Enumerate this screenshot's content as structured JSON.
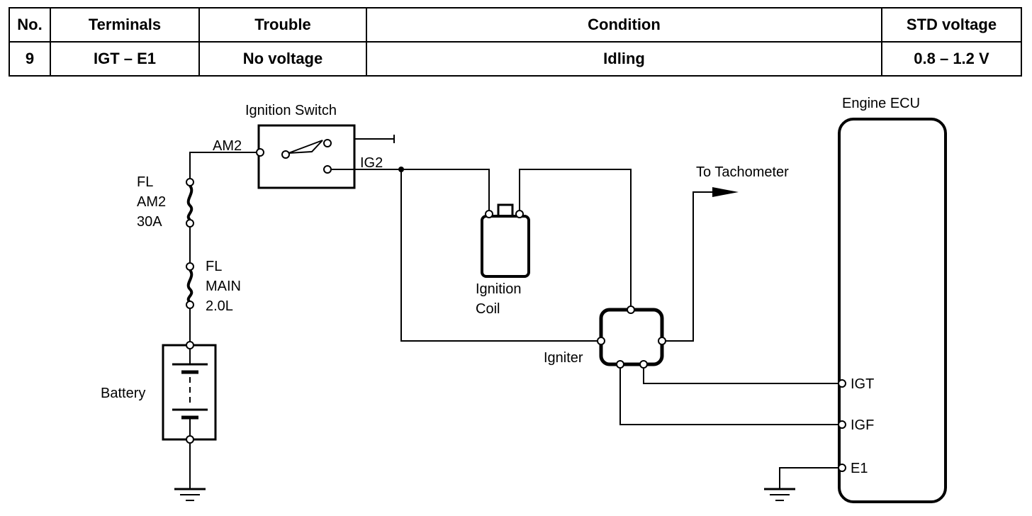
{
  "table": {
    "headers": [
      "No.",
      "Terminals",
      "Trouble",
      "Condition",
      "STD voltage"
    ],
    "row": [
      "9",
      "IGT – E1",
      "No voltage",
      "Idling",
      "0.8 – 1.2 V"
    ]
  },
  "diagram": {
    "ignition_switch": "Ignition Switch",
    "am2": "AM2",
    "ig2": "IG2",
    "fuse1": [
      "FL",
      "AM2",
      "30A"
    ],
    "fuse2": [
      "FL",
      "MAIN",
      "2.0L"
    ],
    "battery": "Battery",
    "ignition_coil": [
      "Ignition",
      "Coil"
    ],
    "igniter": "Igniter",
    "to_tachometer": "To Tachometer",
    "engine_ecu": "Engine ECU",
    "ecu_terminals": [
      "IGT",
      "IGF",
      "E1"
    ]
  }
}
